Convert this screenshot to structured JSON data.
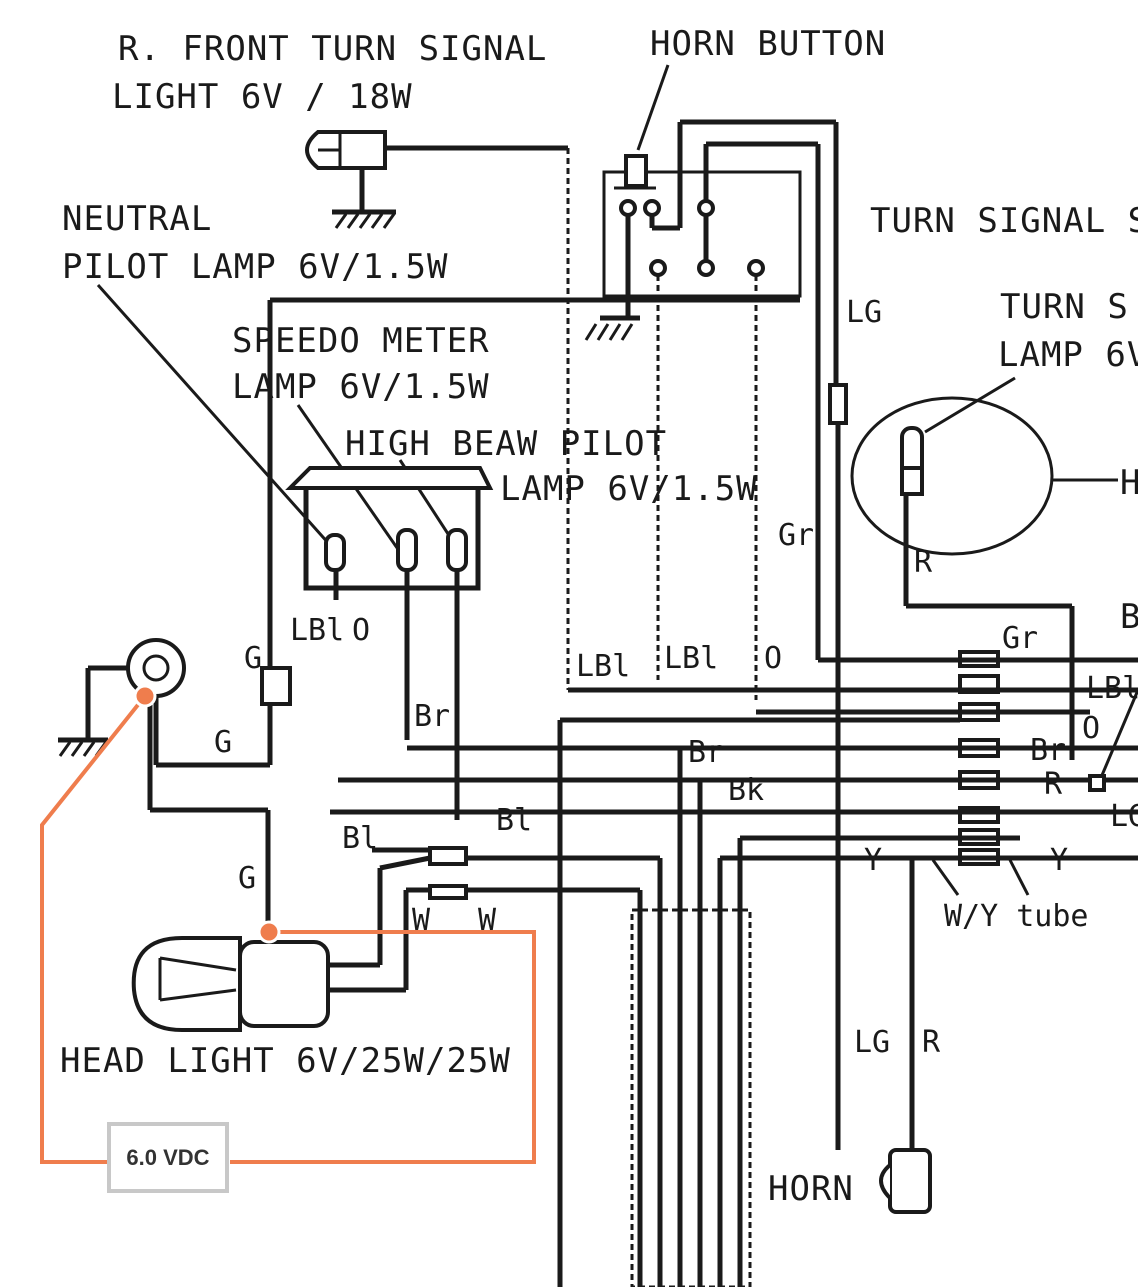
{
  "labels": {
    "r_front_turn_line1": "R. FRONT TURN SIGNAL",
    "r_front_turn_line2": "LIGHT 6V / 18W",
    "horn_button": "HORN BUTTON",
    "neutral_line1": "NEUTRAL",
    "neutral_line2": "PILOT  LAMP 6V/1.5W",
    "turn_signal_switch": "TURN SIGNAL S",
    "speedo_line1": "SPEEDO METER",
    "speedo_line2": "LAMP 6V/1.5W",
    "turn_s_line1": "TURN S",
    "turn_s_line2": "LAMP 6V",
    "high_beam_line1": "HIGH BEAW PILOT",
    "high_beam_line2": "LAMP 6V/1.5W",
    "h_partial": "H",
    "head_light": "HEAD LIGHT 6V/25W/25W",
    "horn": "HORN",
    "wy_tube": "W/Y tube"
  },
  "wire_labels": {
    "lg_top": "LG",
    "gr_mid": "Gr",
    "r_turn": "R",
    "b_partial": "B",
    "gr_conn": "Gr",
    "lbl_conn": "LBl",
    "o_conn": "O",
    "br_conn": "Br",
    "r_conn": "R",
    "lg_conn": "LG",
    "y_right": "Y",
    "y_left": "Y",
    "g_meter": "G",
    "lbl_meter": "LBl",
    "o_meter": "O",
    "lbl_1": "LBl",
    "lbl_2": "LBl",
    "o_2": "O",
    "g_left": "G",
    "br_1": "Br",
    "br_2": "Br",
    "bk": "Bk",
    "bl_1": "Bl",
    "bl_2": "Bl",
    "g_lower": "G",
    "w_1": "W",
    "w_2": "W",
    "lg_horn": "LG",
    "r_horn": "R"
  },
  "measurement": {
    "value": "6.0 VDC",
    "color": "#ef7d4d"
  }
}
